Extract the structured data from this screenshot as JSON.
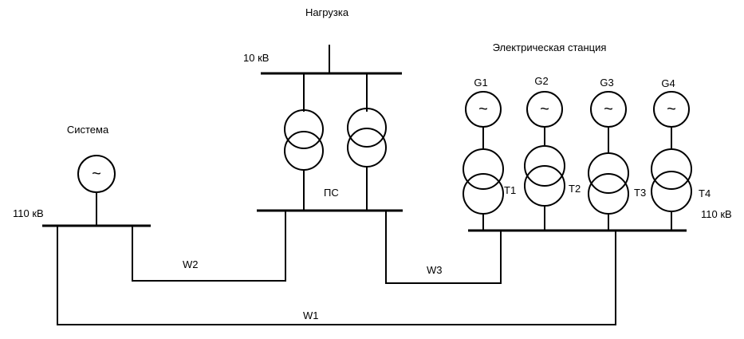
{
  "labels": {
    "load": "Нагрузка",
    "voltage_10kv": "10 кВ",
    "power_station": "Электрическая станция",
    "system": "Система",
    "voltage_110kv_left": "110 кВ",
    "voltage_110kv_right": "110 кВ",
    "substation": "ПС",
    "line_w1": "W1",
    "line_w2": "W2",
    "line_w3": "W3"
  },
  "generators": [
    "G1",
    "G2",
    "G3",
    "G4"
  ],
  "transformers": [
    "T1",
    "T2",
    "T3",
    "T4"
  ],
  "symbols": {
    "generator_glyph": "~"
  }
}
